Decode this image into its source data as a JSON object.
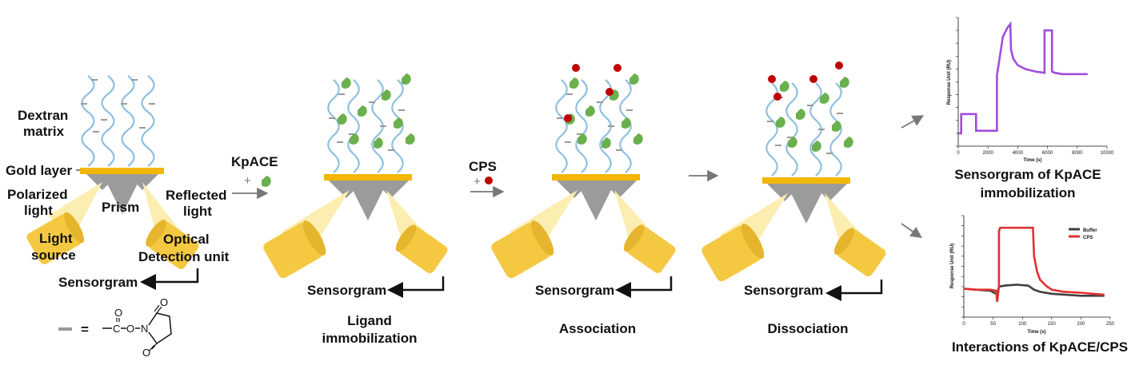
{
  "labels": {
    "dextran_1": "Dextran",
    "dextran_2": "matrix",
    "gold_layer": "Gold layer",
    "polarized_1": "Polarized",
    "polarized_2": "light",
    "prism": "Prism",
    "reflected_1": "Reflected",
    "reflected_2": "light",
    "light_source_1": "Light",
    "light_source_2": "source",
    "optical_1": "Optical",
    "optical_2": "Detection unit",
    "sensorgram": "Sensorgram",
    "legend_equals": "=",
    "chem_c": "C",
    "chem_o_top": "O",
    "chem_o_mid": "O",
    "chem_n": "N",
    "chem_o_ring_top": "O",
    "chem_o_ring_bot": "O"
  },
  "steps": [
    {
      "reagent": "KpACE",
      "plus": "+"
    },
    {
      "reagent": "CPS",
      "plus": "+"
    }
  ],
  "stages": [
    {
      "title_1": "Ligand",
      "title_2": "immobilization",
      "sensorgram": "Sensorgram"
    },
    {
      "title_1": "Association",
      "title_2": "",
      "sensorgram": "Sensorgram"
    },
    {
      "title_1": "Dissociation",
      "title_2": "",
      "sensorgram": "Sensorgram"
    }
  ],
  "colors": {
    "gold": "#f2b705",
    "prism": "#9b9b9b",
    "dextran": "#8fbfe0",
    "ligand": "#6ab04c",
    "analyte": "#c00000",
    "detector": "#f5c842",
    "beam": "#fbeeb0",
    "purple": "#a04ddc",
    "buffer": "#404040",
    "cps": "#e03030"
  },
  "chart_data": [
    {
      "type": "line",
      "title": "Sensorgram of KpACE immobilization",
      "xlabel": "Time (s)",
      "ylabel": "Response Unit (RU)",
      "xlim": [
        0,
        10000
      ],
      "ylim": [
        0,
        100
      ],
      "x_ticks": [
        "0",
        "2000",
        "4000",
        "6000",
        "8000",
        "10000"
      ],
      "series": [
        {
          "color": "#a04ddc",
          "x": [
            0,
            200,
            200,
            1200,
            1200,
            2600,
            2600,
            3000,
            3300,
            3500,
            3550,
            3700,
            4000,
            4500,
            5200,
            5800,
            5800,
            6300,
            6300,
            6500,
            7000,
            8000,
            8700
          ],
          "y": [
            10,
            10,
            25,
            25,
            12,
            12,
            55,
            85,
            92,
            95,
            75,
            68,
            63,
            60,
            58,
            57,
            90,
            90,
            58,
            57,
            56,
            56,
            56
          ]
        }
      ]
    },
    {
      "type": "line",
      "title": "Interactions of KpACE/CPS",
      "xlabel": "Time (s)",
      "ylabel": "Response Unit (RU)",
      "xlim": [
        0,
        250
      ],
      "ylim": [
        0,
        100
      ],
      "x_ticks": [
        "0",
        "50",
        "100",
        "150",
        "200",
        "250"
      ],
      "legend": "top-right",
      "series": [
        {
          "name": "Buffer",
          "color": "#404040",
          "x": [
            0,
            20,
            45,
            55,
            58,
            60,
            70,
            90,
            110,
            120,
            130,
            150,
            200,
            240
          ],
          "y": [
            28,
            27,
            26,
            23,
            25,
            30,
            31,
            32,
            31,
            27,
            25,
            23,
            21,
            21
          ]
        },
        {
          "name": "CPS",
          "color": "#e03030",
          "x": [
            0,
            20,
            45,
            55,
            57,
            60,
            60,
            62,
            110,
            118,
            120,
            125,
            130,
            140,
            150,
            170,
            200,
            240
          ],
          "y": [
            28,
            27,
            27,
            26,
            15,
            30,
            85,
            88,
            88,
            88,
            60,
            45,
            37,
            31,
            27,
            25,
            24,
            22
          ]
        }
      ]
    }
  ]
}
